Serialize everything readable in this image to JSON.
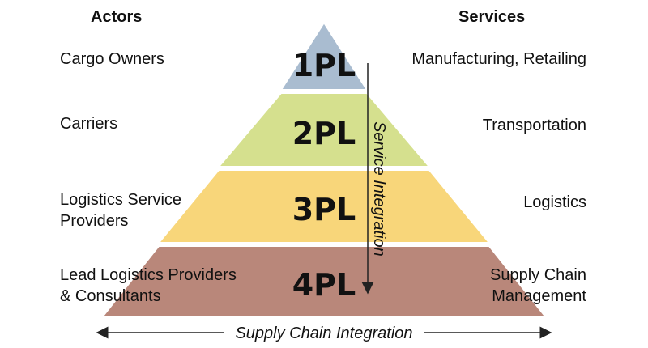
{
  "headers": {
    "actors": "Actors",
    "services": "Services"
  },
  "tiers": [
    {
      "name": "1PL",
      "actor": "Cargo Owners",
      "service": "Manufacturing, Retailing",
      "color": "#a9bcd0"
    },
    {
      "name": "2PL",
      "actor": "Carriers",
      "service": "Transportation",
      "color": "#d5e08e"
    },
    {
      "name": "3PL",
      "actor": "Logistics Service\nProviders",
      "service": "Logistics",
      "color": "#f8d67a"
    },
    {
      "name": "4PL",
      "actor": "Lead Logistics Providers\n& Consultants",
      "service": "Supply Chain\nManagement",
      "color": "#b9877a"
    }
  ],
  "arrows": {
    "vertical_label": "Service Integration",
    "horizontal_label": "Supply Chain Integration"
  }
}
